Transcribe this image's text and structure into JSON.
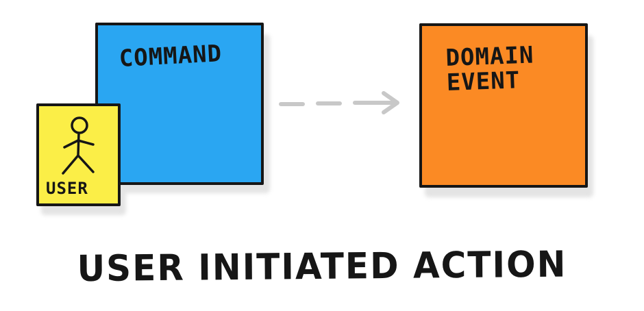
{
  "diagram": {
    "command": {
      "label": "COMMAND",
      "color": "#2aa6f2"
    },
    "user": {
      "label": "USER",
      "icon": "stick-figure-icon",
      "color": "#fbee47"
    },
    "domain_event": {
      "label": "DOMAIN\nEVENT",
      "color": "#fb8a24"
    },
    "arrow": {
      "style": "dashed",
      "color": "#c8c8c8",
      "from": "command",
      "to": "domain_event"
    },
    "caption": "USER INITIATED ACTION"
  }
}
